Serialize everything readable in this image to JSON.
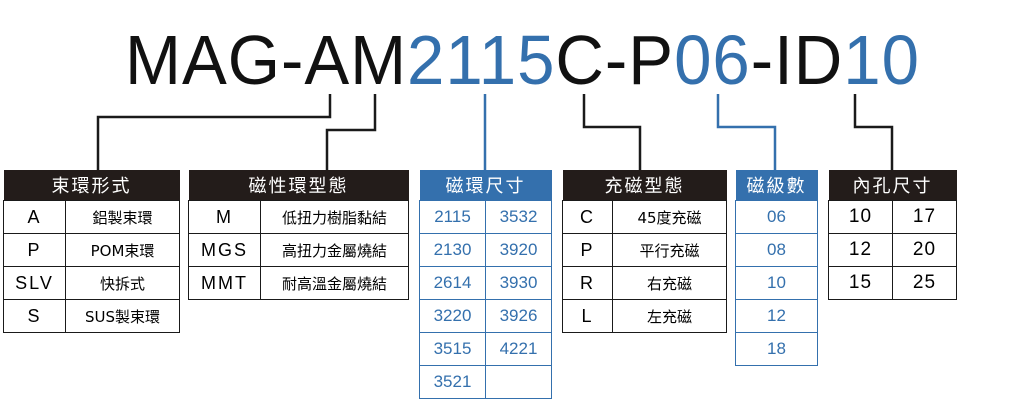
{
  "title_parts": [
    {
      "text": "MAG-AM",
      "color": "#111111"
    },
    {
      "text": "2115",
      "color": "#3470ad"
    },
    {
      "text": "C-P",
      "color": "#111111"
    },
    {
      "text": "06",
      "color": "#3470ad"
    },
    {
      "text": "-ID",
      "color": "#111111"
    },
    {
      "text": "10",
      "color": "#3470ad"
    }
  ],
  "colors": {
    "dark": "#231c1a",
    "blue": "#3470ad",
    "line": "#1a1a1a"
  },
  "tables": {
    "clamp_type": {
      "header": "束環形式",
      "rows": [
        [
          "A",
          "鋁製束環"
        ],
        [
          "P",
          "POM束環"
        ],
        [
          "SLV",
          "快拆式"
        ],
        [
          "S",
          "SUS製束環"
        ]
      ]
    },
    "magnet_type": {
      "header": "磁性環型態",
      "rows": [
        [
          "M",
          "低扭力樹脂黏結"
        ],
        [
          "MGS",
          "高扭力金屬燒結"
        ],
        [
          "MMT",
          "耐高溫金屬燒結"
        ]
      ]
    },
    "ring_size": {
      "header": "磁環尺寸",
      "rows": [
        [
          "2115",
          "3532"
        ],
        [
          "2130",
          "3920"
        ],
        [
          "2614",
          "3930"
        ],
        [
          "3220",
          "3926"
        ],
        [
          "3515",
          "4221"
        ],
        [
          "3521",
          ""
        ]
      ]
    },
    "magnetization": {
      "header": "充磁型態",
      "rows": [
        [
          "C",
          "45度充磁"
        ],
        [
          "P",
          "平行充磁"
        ],
        [
          "R",
          "右充磁"
        ],
        [
          "L",
          "左充磁"
        ]
      ]
    },
    "pole_count": {
      "header": "磁級數",
      "rows": [
        [
          "06"
        ],
        [
          "08"
        ],
        [
          "10"
        ],
        [
          "12"
        ],
        [
          "18"
        ]
      ]
    },
    "bore_size": {
      "header": "內孔尺寸",
      "rows": [
        [
          "10",
          "17"
        ],
        [
          "12",
          "20"
        ],
        [
          "15",
          "25"
        ]
      ]
    }
  }
}
